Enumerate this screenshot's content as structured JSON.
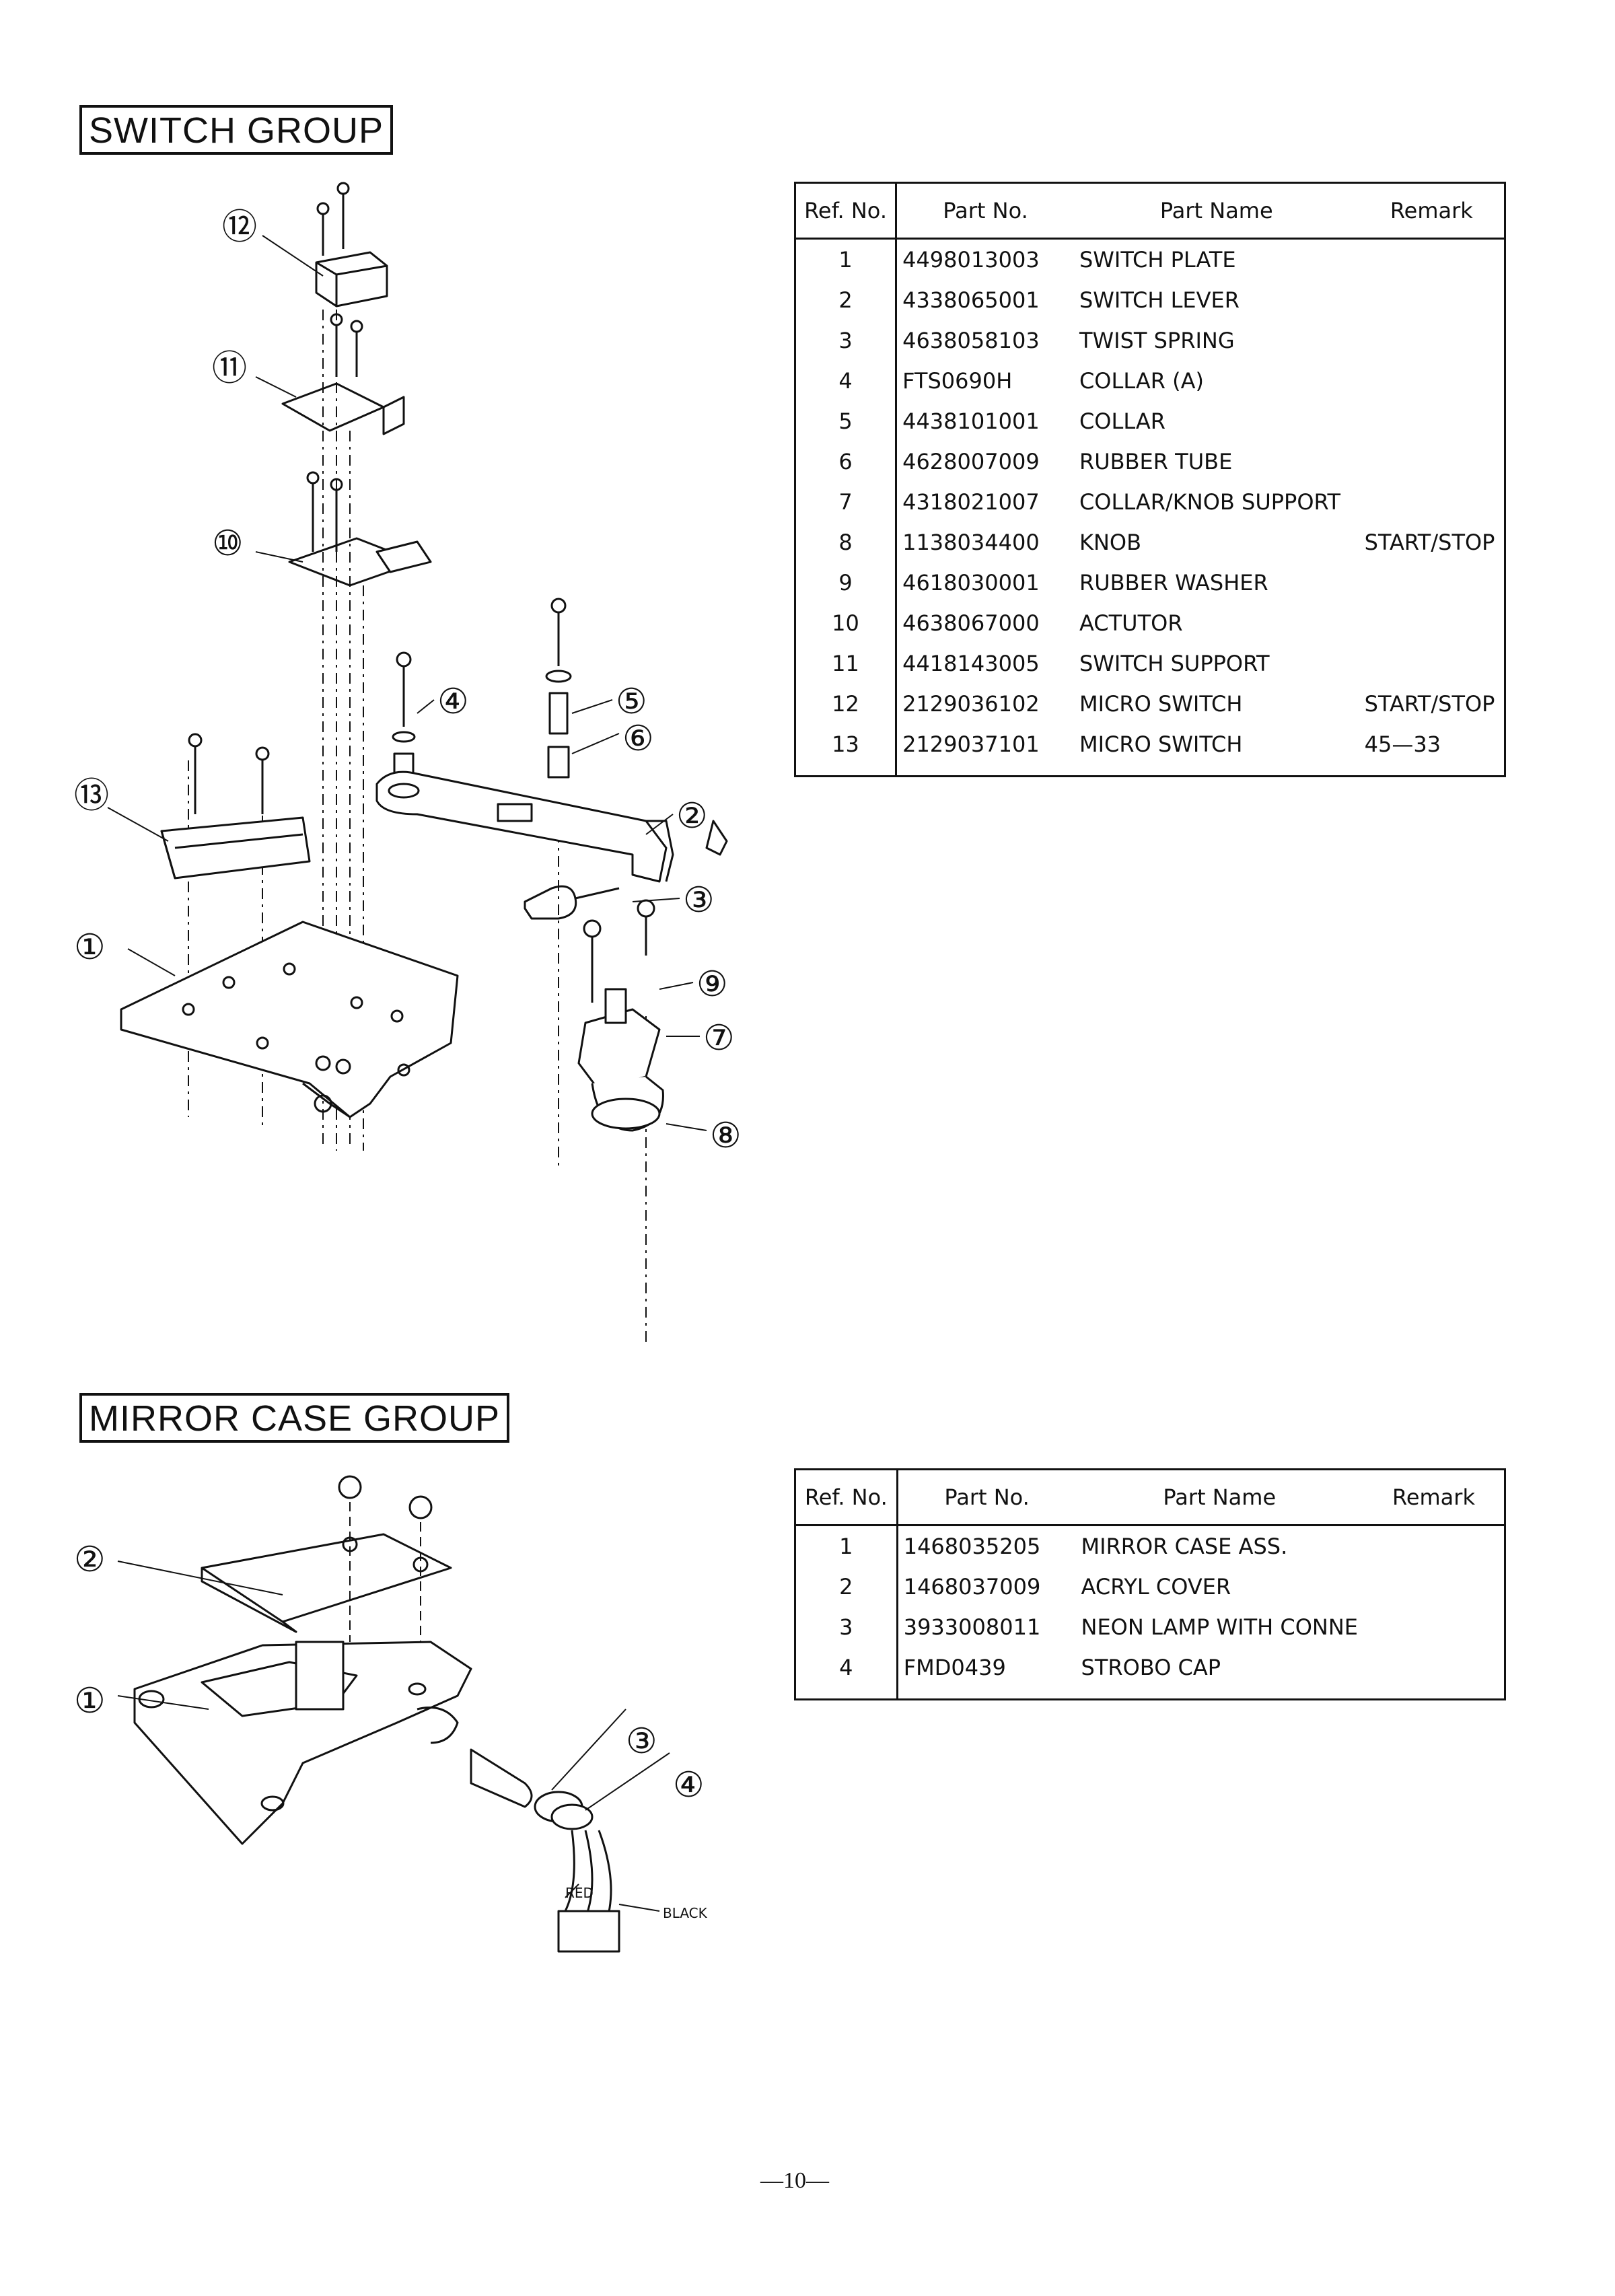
{
  "switch_group": {
    "title": "SWITCH GROUP",
    "headers": {
      "ref": "Ref. No.",
      "part_no": "Part No.",
      "part_name": "Part Name",
      "remark": "Remark"
    },
    "rows": [
      {
        "ref": "1",
        "part_no": "4498013003",
        "part_name": "SWITCH PLATE",
        "remark": ""
      },
      {
        "ref": "2",
        "part_no": "4338065001",
        "part_name": "SWITCH LEVER",
        "remark": ""
      },
      {
        "ref": "3",
        "part_no": "4638058103",
        "part_name": "TWIST SPRING",
        "remark": ""
      },
      {
        "ref": "4",
        "part_no": "FTS0690H",
        "part_name": "COLLAR (A)",
        "remark": ""
      },
      {
        "ref": "5",
        "part_no": "4438101001",
        "part_name": "COLLAR",
        "remark": ""
      },
      {
        "ref": "6",
        "part_no": "4628007009",
        "part_name": "RUBBER TUBE",
        "remark": ""
      },
      {
        "ref": "7",
        "part_no": "4318021007",
        "part_name": "COLLAR/KNOB SUPPORT",
        "remark": ""
      },
      {
        "ref": "8",
        "part_no": "1138034400",
        "part_name": "KNOB",
        "remark": "START/STOP"
      },
      {
        "ref": "9",
        "part_no": "4618030001",
        "part_name": "RUBBER WASHER",
        "remark": ""
      },
      {
        "ref": "10",
        "part_no": "4638067000",
        "part_name": "ACTUTOR",
        "remark": ""
      },
      {
        "ref": "11",
        "part_no": "4418143005",
        "part_name": "SWITCH SUPPORT",
        "remark": ""
      },
      {
        "ref": "12",
        "part_no": "2129036102",
        "part_name": "MICRO SWITCH",
        "remark": "START/STOP"
      },
      {
        "ref": "13",
        "part_no": "2129037101",
        "part_name": "MICRO SWITCH",
        "remark": "45—33"
      }
    ],
    "callouts": [
      "①",
      "②",
      "③",
      "④",
      "⑤",
      "⑥",
      "⑦",
      "⑧",
      "⑨",
      "⑩",
      "⑪",
      "⑫",
      "⑬"
    ]
  },
  "mirror_case_group": {
    "title": "MIRROR CASE GROUP",
    "headers": {
      "ref": "Ref. No.",
      "part_no": "Part No.",
      "part_name": "Part Name",
      "remark": "Remark"
    },
    "rows": [
      {
        "ref": "1",
        "part_no": "1468035205",
        "part_name": "MIRROR CASE ASS.",
        "remark": ""
      },
      {
        "ref": "2",
        "part_no": "1468037009",
        "part_name": "ACRYL COVER",
        "remark": ""
      },
      {
        "ref": "3",
        "part_no": "3933008011",
        "part_name": "NEON LAMP WITH CONNE",
        "remark": ""
      },
      {
        "ref": "4",
        "part_no": "FMD0439",
        "part_name": "STROBO CAP",
        "remark": ""
      }
    ],
    "callouts": [
      "①",
      "②",
      "③",
      "④"
    ],
    "wire_labels": {
      "red": "RED",
      "black": "BLACK"
    }
  },
  "page_number": "—10—"
}
